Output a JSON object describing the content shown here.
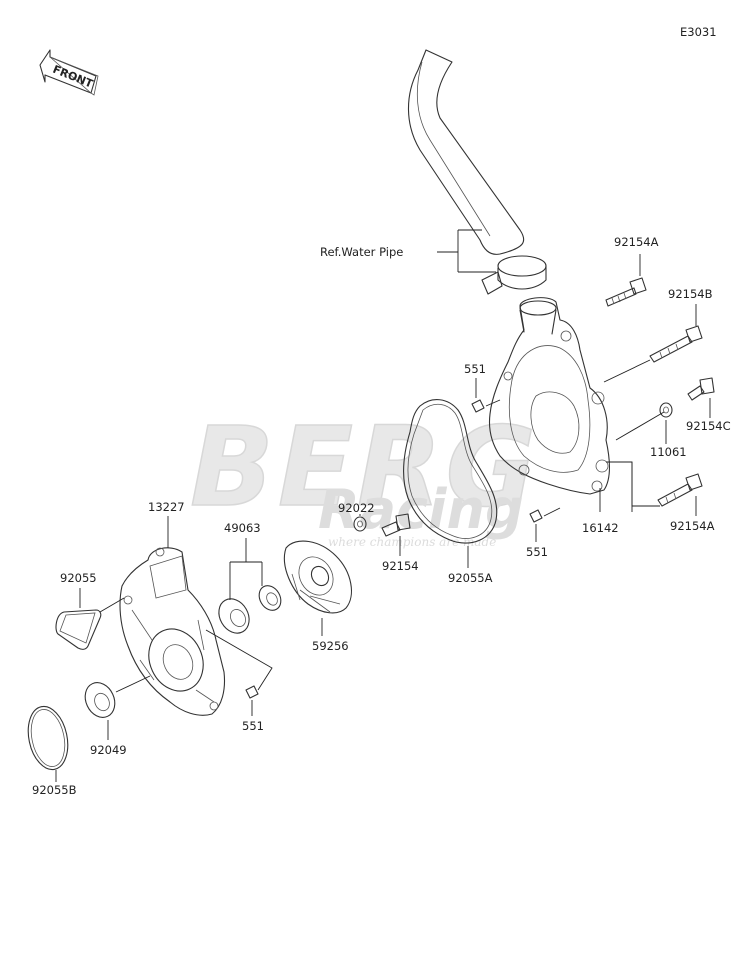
{
  "diagram_code": "E3031",
  "front_arrow_label": "FRONT",
  "watermark": {
    "line1": "BERG",
    "line2": "Racing",
    "tagline": "where champions are made"
  },
  "labels": {
    "ref_water_pipe": "Ref.Water Pipe",
    "p92154A_top": "92154A",
    "p92154B": "92154B",
    "p92154C": "92154C",
    "p11061": "11061",
    "p16142": "16142",
    "p92154A_bottom": "92154A",
    "p551_top": "551",
    "p551_mid": "551",
    "p551_bottom": "551",
    "p92022": "92022",
    "p92154": "92154",
    "p92055A": "92055A",
    "p13227": "13227",
    "p49063": "49063",
    "p59256": "59256",
    "p92055": "92055",
    "p92049": "92049",
    "p92055B": "92055B"
  },
  "colors": {
    "line": "#333333",
    "watermark": "#e6e6e6"
  }
}
